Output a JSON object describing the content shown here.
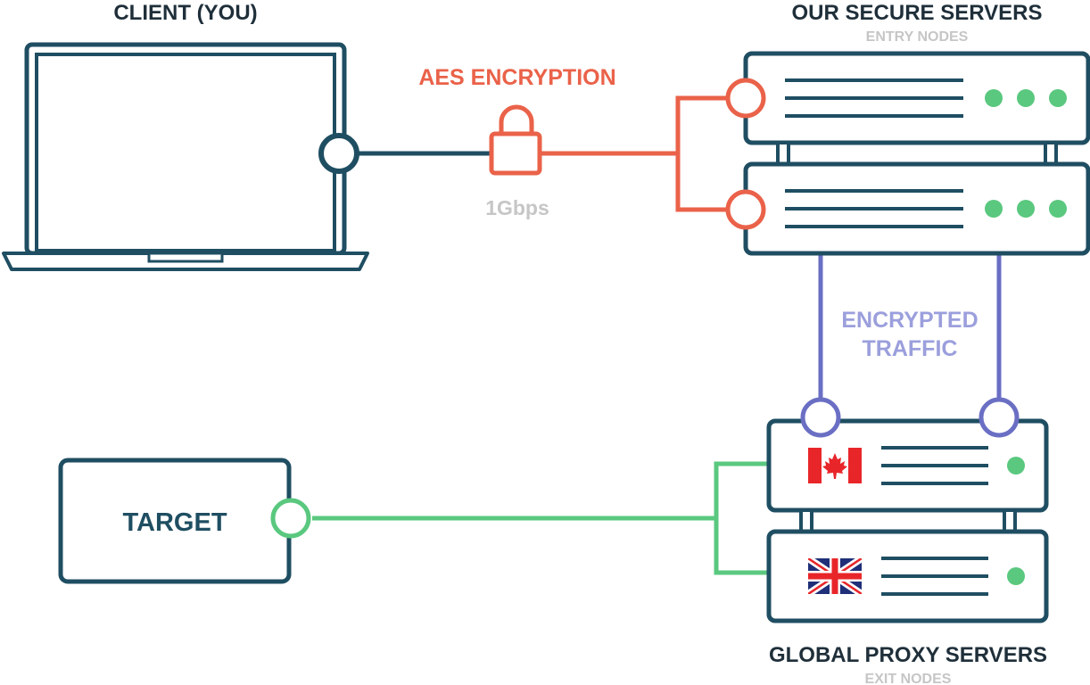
{
  "labels": {
    "client": "CLIENT (YOU)",
    "secure_servers": "OUR SECURE SERVERS",
    "entry_nodes": "ENTRY NODES",
    "encryption": "AES ENCRYPTION",
    "speed": "1Gbps",
    "encrypted_traffic_line1": "ENCRYPTED",
    "encrypted_traffic_line2": "TRAFFIC",
    "target": "TARGET",
    "proxy_servers": "GLOBAL PROXY SERVERS",
    "exit_nodes": "EXIT NODES"
  },
  "colors": {
    "dark": "#1f4e62",
    "orange": "#ea6249",
    "purple": "#6a6fc4",
    "purple_text": "#9b9fdc",
    "green": "#5ac87f",
    "gray": "#c6c6c6",
    "red": "#e8262a",
    "navy": "#1f2f78"
  },
  "exit_node_flags": [
    "canada-flag-icon",
    "united-kingdom-flag-icon"
  ]
}
